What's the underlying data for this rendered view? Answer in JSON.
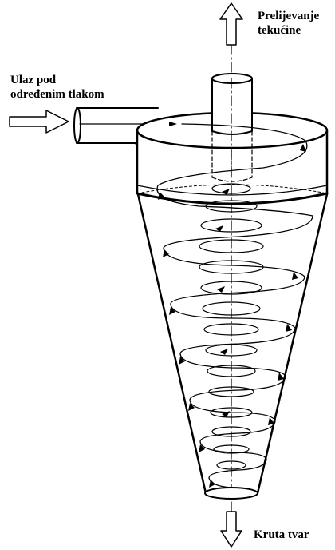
{
  "labels": {
    "overflow_line1": "Prelijevanje",
    "overflow_line2": "tekućine",
    "inlet_line1": "Ulaz pod",
    "inlet_line2": "određenim tlakom",
    "underflow": "Kruta tvar"
  }
}
